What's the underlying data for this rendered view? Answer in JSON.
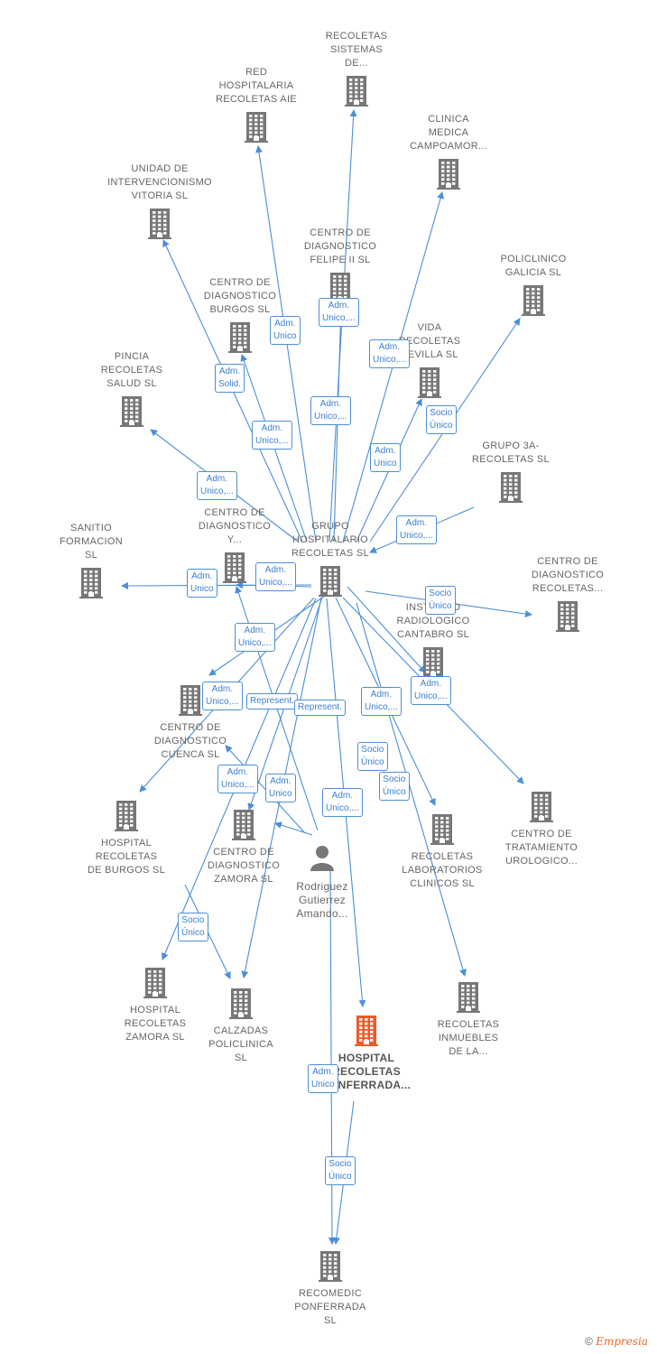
{
  "colors": {
    "edge": "#4a8fd8",
    "building": "#777777",
    "focus_building": "#f05a28",
    "label_text": "#666666",
    "edge_label": "#3b7fd0"
  },
  "nodes": [
    {
      "id": "recoletas_sistemas",
      "label": "RECOLETAS\nSISTEMAS\nDE...",
      "icon": "building-icon"
    },
    {
      "id": "red_hospitalaria",
      "label": "RED\nHOSPITALARIA\nRECOLETAS AIE",
      "icon": "building-icon"
    },
    {
      "id": "clinica_medica",
      "label": "CLINICA\nMEDICA\nCAMPOAMOR...",
      "icon": "building-icon"
    },
    {
      "id": "unidad_interv",
      "label": "UNIDAD DE\nINTERVENCIONISMO\nVITORIA  SL",
      "icon": "building-icon"
    },
    {
      "id": "cd_felipe",
      "label": "CENTRO DE\nDIAGNOSTICO\nFELIPE II  SL",
      "icon": "building-icon"
    },
    {
      "id": "policlinico_galicia",
      "label": "POLICLINICO\nGALICIA  SL",
      "icon": "building-icon"
    },
    {
      "id": "cd_burgos",
      "label": "CENTRO DE\nDIAGNOSTICO\nBURGOS  SL",
      "icon": "building-icon"
    },
    {
      "id": "vida_recoletas",
      "label": "VIDA\nRECOLETAS\nSEVILLA  SL",
      "icon": "building-icon"
    },
    {
      "id": "pincia",
      "label": "PINCIA\nRECOLETAS\nSALUD  SL",
      "icon": "building-icon"
    },
    {
      "id": "grupo3a",
      "label": "GRUPO 3A-\nRECOLETAS SL",
      "icon": "building-icon"
    },
    {
      "id": "sanitio",
      "label": "SANITIO\nFORMACION\nSL",
      "icon": "building-icon"
    },
    {
      "id": "cd_y",
      "label": "CENTRO DE\nDIAGNOSTICO\nY...",
      "icon": "building-icon"
    },
    {
      "id": "grupo_hosp",
      "label": "GRUPO\nHOSPITALARIO\nRECOLETAS SL",
      "icon": "building-icon"
    },
    {
      "id": "cd_recoletas",
      "label": "CENTRO DE\nDIAGNOSTICO\nRECOLETAS...",
      "icon": "building-icon"
    },
    {
      "id": "inst_radiologico",
      "label": "INSTITUTO\nRADIOLOGICO\nCANTABRO SL",
      "icon": "building-icon"
    },
    {
      "id": "cd_cuenca",
      "label": "CENTRO DE\nDIAGNOSTICO\nCUENCA SL",
      "icon": "building-icon"
    },
    {
      "id": "hosp_burgos",
      "label": "HOSPITAL\nRECOLETAS\nDE BURGOS SL",
      "icon": "building-icon"
    },
    {
      "id": "cd_zamora",
      "label": "CENTRO DE\nDIAGNOSTICO\nZAMORA  SL",
      "icon": "building-icon"
    },
    {
      "id": "rodriguez",
      "label": "Rodriguez\nGutierrez\nAmando...",
      "icon": "person-icon"
    },
    {
      "id": "recoletas_lab",
      "label": "RECOLETAS\nLABORATORIOS\nCLINICOS  SL",
      "icon": "building-icon"
    },
    {
      "id": "ct_urologico",
      "label": "CENTRO DE\nTRATAMIENTO\nUROLOGICO...",
      "icon": "building-icon"
    },
    {
      "id": "hosp_zamora",
      "label": "HOSPITAL\nRECOLETAS\nZAMORA SL",
      "icon": "building-icon"
    },
    {
      "id": "calzadas",
      "label": "CALZADAS\nPOLICLINICA\nSL",
      "icon": "building-icon"
    },
    {
      "id": "hosp_ponferrada",
      "label": "HOSPITAL\nRECOLETAS\nPONFERRADA...",
      "icon": "building-icon",
      "focus": true
    },
    {
      "id": "recoletas_inmuebles",
      "label": "RECOLETAS\nINMUEBLES\nDE LA...",
      "icon": "building-icon"
    },
    {
      "id": "recomedic",
      "label": "RECOMEDIC\nPONFERRADA\nSL",
      "icon": "building-icon"
    }
  ],
  "edge_labels": [
    "Adm.\nUnico,...",
    "Adm.\nUnico",
    "Adm.\nUnico,...",
    "Adm.\nSolid.",
    "Adm.\nUnico,...",
    "Adm.\nUnico,...",
    "Socio\nÚnico",
    "Adm.\nUnico",
    "Adm.\nUnico,...",
    "Adm.\nUnico,...",
    "Adm.\nUnico",
    "Adm.\nUnico,...",
    "Socio\nÚnico",
    "Adm.\nUnico,...",
    "Adm.\nUnico,...",
    "Adm.\nUnico,...",
    "Represent.",
    "Represent.",
    "Adm.\nUnico,...",
    "Socio\nÚnico",
    "Adm.\nUnico,...",
    "Adm.\nUnico",
    "Socio\nÚnico",
    "Adm.\nUnico,...",
    "Socio\nÚnico",
    "Adm.\nUnico",
    "Socio\nÚnico"
  ],
  "footer": {
    "copyright": "©",
    "brand": "Empresia"
  }
}
